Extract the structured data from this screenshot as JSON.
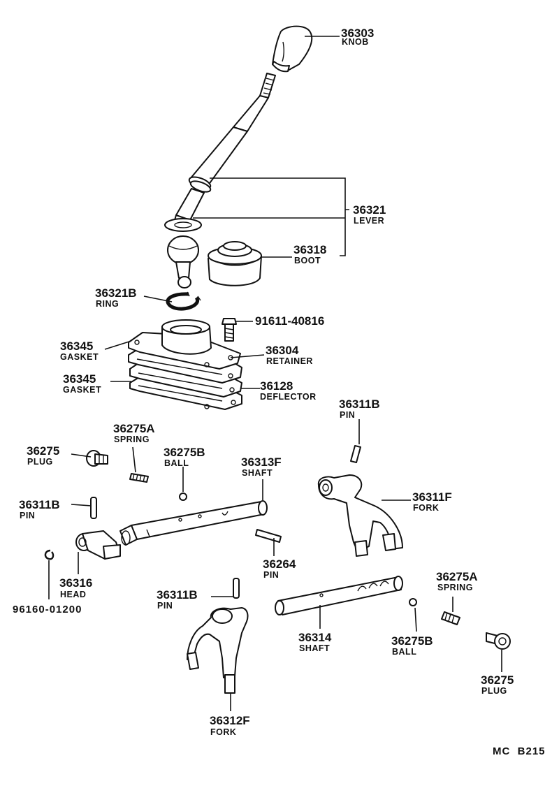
{
  "callouts": {
    "knob": {
      "num": "36303",
      "name": "KNOB"
    },
    "lever": {
      "num": "36321",
      "name": "LEVER"
    },
    "boot": {
      "num": "36318",
      "name": "BOOT"
    },
    "ring": {
      "num": "36321B",
      "name": "RING"
    },
    "bolt": {
      "num": "91611-40816"
    },
    "gasket_top": {
      "num": "36345",
      "name": "GASKET"
    },
    "retainer": {
      "num": "36304",
      "name": "RETAINER"
    },
    "gasket_low": {
      "num": "36345",
      "name": "GASKET"
    },
    "deflector": {
      "num": "36128",
      "name": "DEFLECTOR"
    },
    "pin_upper_r": {
      "num": "36311B",
      "name": "PIN"
    },
    "spring_l": {
      "num": "36275A",
      "name": "SPRING"
    },
    "plug_l": {
      "num": "36275",
      "name": "PLUG"
    },
    "ball_l": {
      "num": "36275B",
      "name": "BALL"
    },
    "shaft_f": {
      "num": "36313F",
      "name": "SHAFT"
    },
    "fork_f": {
      "num": "36311F",
      "name": "FORK"
    },
    "pin_left": {
      "num": "36311B",
      "name": "PIN"
    },
    "pin_36264": {
      "num": "36264",
      "name": "PIN"
    },
    "head": {
      "num": "36316",
      "name": "HEAD"
    },
    "snap_ring": {
      "num": "96160-01200"
    },
    "pin_lower": {
      "num": "36311B",
      "name": "PIN"
    },
    "spring_r": {
      "num": "36275A",
      "name": "SPRING"
    },
    "shaft_14": {
      "num": "36314",
      "name": "SHAFT"
    },
    "ball_r": {
      "num": "36275B",
      "name": "BALL"
    },
    "plug_r": {
      "num": "36275",
      "name": "PLUG"
    },
    "fork_12": {
      "num": "36312F",
      "name": "FORK"
    }
  },
  "diagram_code": "MC  B215"
}
